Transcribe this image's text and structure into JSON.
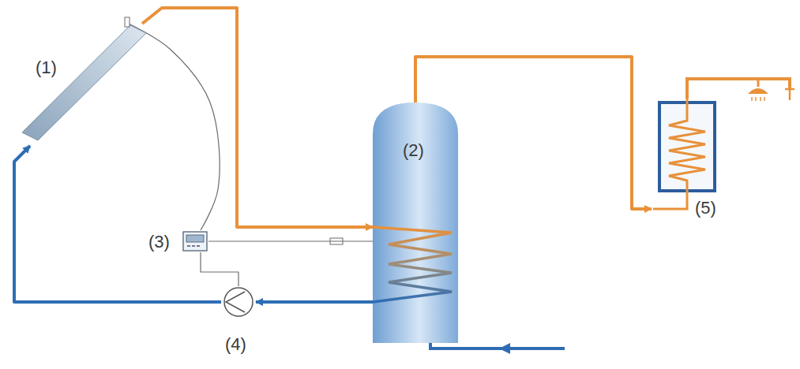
{
  "diagram": {
    "nodes": [
      {
        "text": [
          "(1)"
        ]
      },
      {
        "text": [
          "(2)"
        ]
      },
      {
        "text": [
          "(3)"
        ]
      },
      {
        "text": [
          "(4)"
        ]
      },
      {
        "text": [
          "(5)"
        ]
      }
    ],
    "edges": [
      {
        "from": 0,
        "to": 1,
        "arrow": "to"
      },
      {
        "from": 1,
        "to": 3,
        "arrow": "to"
      },
      {
        "from": 3,
        "to": 0,
        "arrow": "to"
      },
      {
        "from": 1,
        "to": 4,
        "arrow": "to"
      },
      {
        "from": 2,
        "to": 0,
        "arrow": "none"
      },
      {
        "from": 2,
        "to": 1,
        "arrow": "none"
      },
      {
        "from": 2,
        "to": 3,
        "arrow": "none"
      }
    ]
  }
}
